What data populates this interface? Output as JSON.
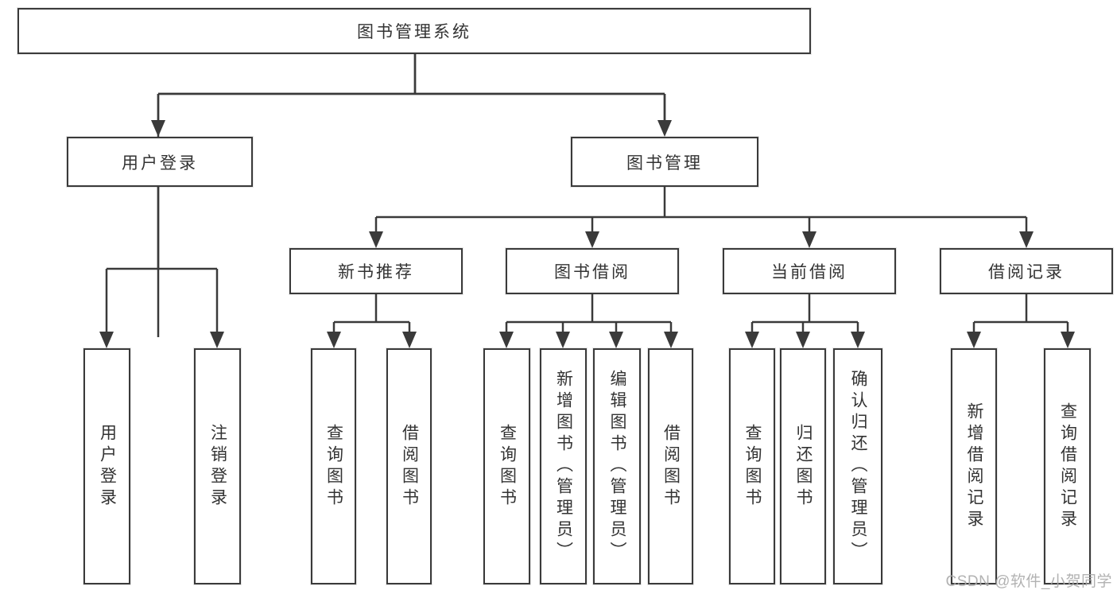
{
  "colors": {
    "bg": "#ffffff",
    "line": "#3a3a3a",
    "text": "#333333",
    "watermark": "#aaaaaa"
  },
  "watermark": {
    "text": "CSDN @软件_小贺同学"
  },
  "chart_data": {
    "type": "tree-diagram",
    "orientation": "top-down",
    "root_label": "图书管理系统"
  },
  "tree": {
    "root": {
      "label": "图书管理系统",
      "children": [
        {
          "label": "用户登录",
          "children": [
            {
              "label": "用户登录"
            },
            {
              "label": "注销登录"
            }
          ]
        },
        {
          "label": "图书管理",
          "children": [
            {
              "label": "新书推荐",
              "children": [
                {
                  "label": "查询图书"
                },
                {
                  "label": "借阅图书"
                }
              ]
            },
            {
              "label": "图书借阅",
              "children": [
                {
                  "label": "查询图书"
                },
                {
                  "label": "新增图书（管理员）"
                },
                {
                  "label": "编辑图书（管理员）"
                },
                {
                  "label": "借阅图书"
                }
              ]
            },
            {
              "label": "当前借阅",
              "children": [
                {
                  "label": "查询图书"
                },
                {
                  "label": "归还图书"
                },
                {
                  "label": "确认归还（管理员）"
                }
              ]
            },
            {
              "label": "借阅记录",
              "children": [
                {
                  "label": "新增借阅记录"
                },
                {
                  "label": "查询借阅记录"
                }
              ]
            }
          ]
        }
      ]
    }
  }
}
